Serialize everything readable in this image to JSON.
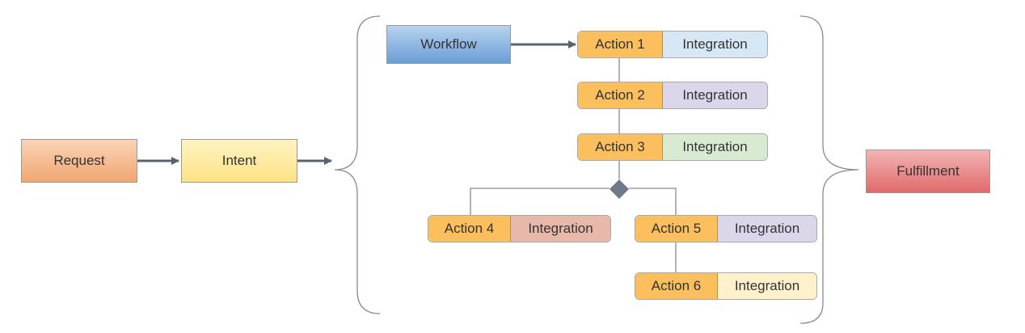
{
  "nodes": {
    "request": "Request",
    "intent": "Intent",
    "workflow": "Workflow",
    "fulfillment": "Fulfillment"
  },
  "actions": [
    {
      "action": "Action 1",
      "integration": "Integration",
      "integration_color": "#d6e7f6"
    },
    {
      "action": "Action 2",
      "integration": "Integration",
      "integration_color": "#dcd6ea"
    },
    {
      "action": "Action 3",
      "integration": "Integration",
      "integration_color": "#d9ead2"
    },
    {
      "action": "Action 4",
      "integration": "Integration",
      "integration_color": "#e8b9ab"
    },
    {
      "action": "Action 5",
      "integration": "Integration",
      "integration_color": "#dcd6ea"
    },
    {
      "action": "Action 6",
      "integration": "Integration",
      "integration_color": "#fff1cb"
    }
  ],
  "colors": {
    "action": "#fbbf5e",
    "request": "#f2a66f",
    "intent": "#fde285",
    "workflow": "#6b9ed6",
    "fulfillment": "#e06a6a",
    "arrow": "#5a6270",
    "line": "#8a8a8a"
  }
}
